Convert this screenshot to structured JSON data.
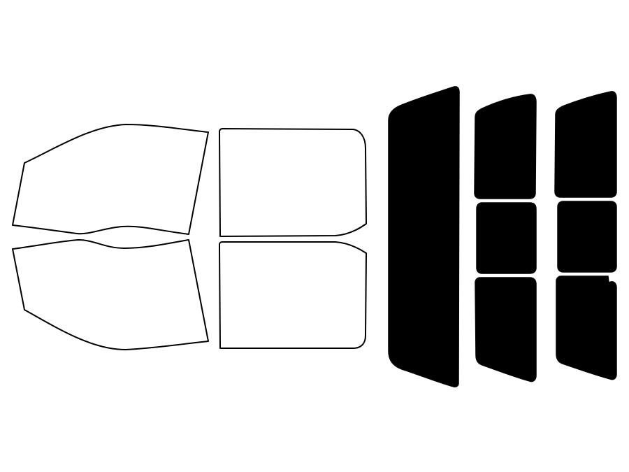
{
  "colors": {
    "background": "#ffffff",
    "tinted_fill": "#000000",
    "outline_stroke": "#000000",
    "outline_fill": "#ffffff"
  },
  "windows": {
    "front_left_door": {
      "state": "clear"
    },
    "front_right_door": {
      "state": "clear"
    },
    "rear_left_door": {
      "state": "clear"
    },
    "rear_right_door": {
      "state": "clear"
    },
    "rear_windshield": {
      "state": "tinted"
    },
    "rear_glass_left_upper": {
      "state": "tinted"
    },
    "rear_glass_left_middle": {
      "state": "tinted"
    },
    "rear_glass_left_lower": {
      "state": "tinted"
    },
    "rear_glass_right_upper": {
      "state": "tinted"
    },
    "rear_glass_right_middle": {
      "state": "tinted"
    },
    "rear_glass_right_lower": {
      "state": "tinted"
    }
  }
}
